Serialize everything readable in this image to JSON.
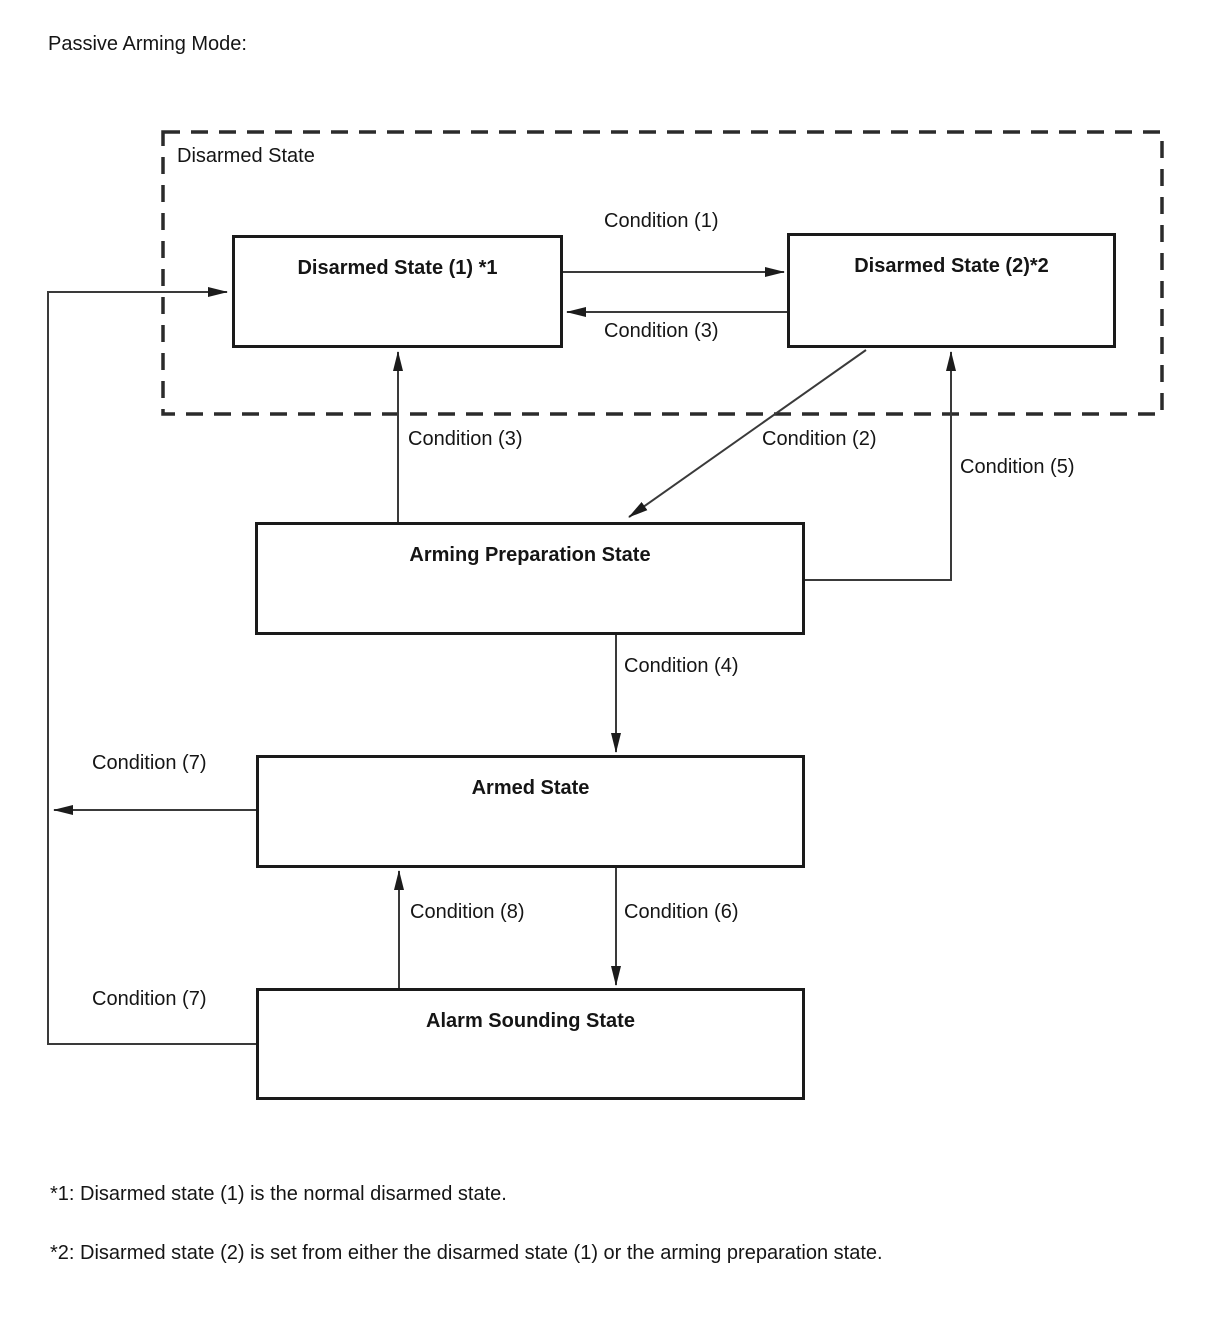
{
  "title": "Passive Arming Mode:",
  "diagram": {
    "container": {
      "label": "Disarmed State"
    },
    "nodes": [
      {
        "id": "disarmed-state-1",
        "label": "Disarmed State (1) *1"
      },
      {
        "id": "disarmed-state-2",
        "label": "Disarmed State (2)*2"
      },
      {
        "id": "arming-preparation-state",
        "label": "Arming Preparation State"
      },
      {
        "id": "armed-state",
        "label": "Armed State"
      },
      {
        "id": "alarm-sounding-state",
        "label": "Alarm Sounding State"
      }
    ],
    "edges": [
      {
        "from": "disarmed-state-1",
        "to": "disarmed-state-2",
        "label": "Condition (1)"
      },
      {
        "from": "disarmed-state-2",
        "to": "disarmed-state-1",
        "label": "Condition (3)"
      },
      {
        "from": "arming-preparation-state",
        "to": "disarmed-state-1",
        "label": "Condition (3)"
      },
      {
        "from": "disarmed-state-2",
        "to": "arming-preparation-state",
        "label": "Condition (2)"
      },
      {
        "from": "arming-preparation-state",
        "to": "disarmed-state-2",
        "label": "Condition (5)"
      },
      {
        "from": "arming-preparation-state",
        "to": "armed-state",
        "label": "Condition (4)"
      },
      {
        "from": "armed-state",
        "to": "disarmed-state-1",
        "label": "Condition (7)"
      },
      {
        "from": "alarm-sounding-state",
        "to": "armed-state",
        "label": "Condition (8)"
      },
      {
        "from": "armed-state",
        "to": "alarm-sounding-state",
        "label": "Condition (6)"
      },
      {
        "from": "alarm-sounding-state",
        "to": "disarmed-state-1",
        "label": "Condition (7)"
      }
    ]
  },
  "footnotes": [
    "*1: Disarmed state (1) is the normal disarmed state.",
    "*2: Disarmed state (2) is set from either the disarmed state (1) or the arming preparation state."
  ],
  "colors": {
    "background": "#ffffff",
    "box_border": "#1a1a1a",
    "line": "#3a3a3a",
    "text": "#151515"
  }
}
